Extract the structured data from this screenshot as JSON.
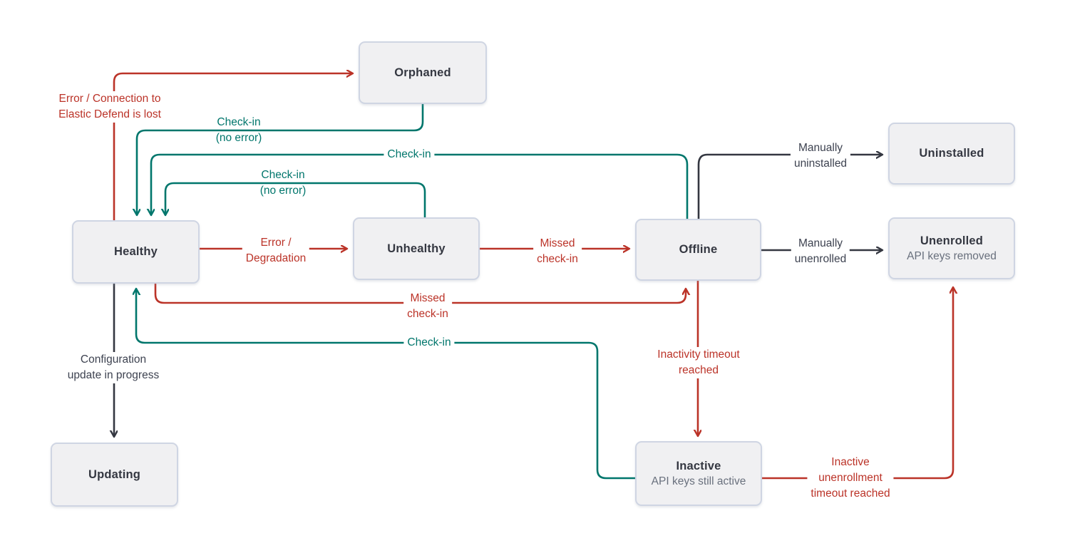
{
  "diagram": {
    "description": "Agent state transition diagram",
    "colors": {
      "error": "#BB3328",
      "success": "#00766C",
      "neutral": "#343741",
      "box_fill": "#F0F0F2",
      "box_border": "#CFD5E3",
      "title_text": "#343741",
      "subtitle_text": "#69707D",
      "background": "#FFFFFF"
    },
    "nodes": {
      "orphaned": {
        "title": "Orphaned"
      },
      "uninstalled": {
        "title": "Uninstalled"
      },
      "healthy": {
        "title": "Healthy"
      },
      "unhealthy": {
        "title": "Unhealthy"
      },
      "offline": {
        "title": "Offline"
      },
      "unenrolled": {
        "title": "Unenrolled",
        "subtitle": "API keys removed"
      },
      "inactive": {
        "title": "Inactive",
        "subtitle": "API keys still active"
      },
      "updating": {
        "title": "Updating"
      }
    },
    "edges": {
      "healthy_to_orphaned": {
        "label": "Error / Connection to\nElastic Defend is lost",
        "type": "error"
      },
      "orphaned_to_healthy": {
        "label": "Check-in\n(no error)",
        "type": "success"
      },
      "offline_to_healthy": {
        "label": "Check-in",
        "type": "success"
      },
      "unhealthy_to_healthy": {
        "label": "Check-in\n(no error)",
        "type": "success"
      },
      "healthy_to_unhealthy": {
        "label": "Error /\nDegradation",
        "type": "error"
      },
      "unhealthy_to_offline": {
        "label": "Missed\ncheck-in",
        "type": "error"
      },
      "offline_to_uninstalled": {
        "label": "Manually\nuninstalled",
        "type": "neutral"
      },
      "offline_to_unenrolled": {
        "label": "Manually\nunenrolled",
        "type": "neutral"
      },
      "healthy_to_offline": {
        "label": "Missed\ncheck-in",
        "type": "error"
      },
      "inactive_to_healthy": {
        "label": "Check-in",
        "type": "success"
      },
      "offline_to_inactive": {
        "label": "Inactivity timeout\nreached",
        "type": "error"
      },
      "inactive_to_unenrolled": {
        "label": "Inactive\nunenrollment\ntimeout reached",
        "type": "error"
      },
      "healthy_to_updating": {
        "label": "Configuration\nupdate in progress",
        "type": "neutral"
      }
    }
  }
}
